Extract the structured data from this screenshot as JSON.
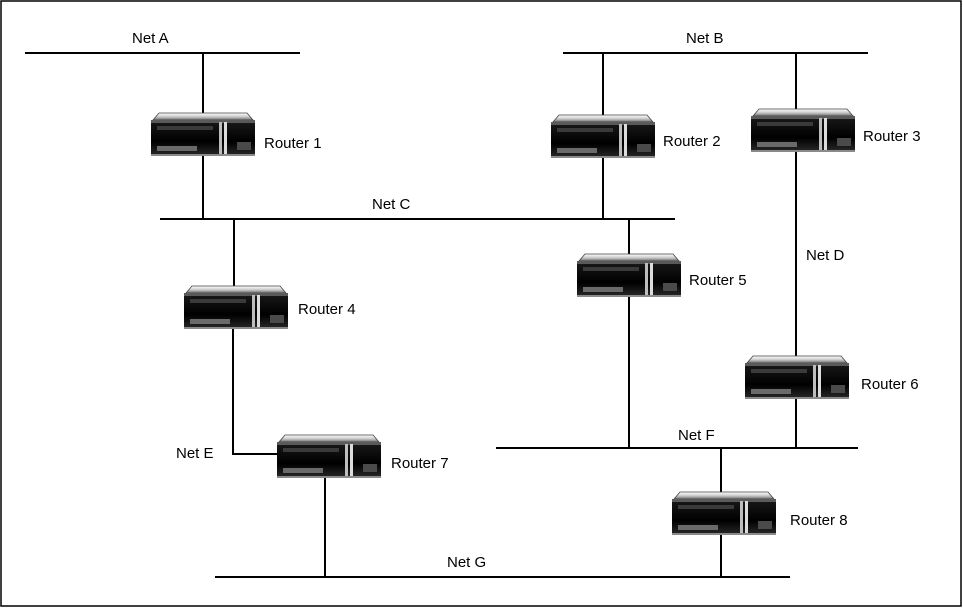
{
  "diagram": {
    "networks": {
      "net_a": "Net A",
      "net_b": "Net B",
      "net_c": "Net C",
      "net_d": "Net D",
      "net_e": "Net E",
      "net_f": "Net F",
      "net_g": "Net G"
    },
    "routers": {
      "r1": "Router 1",
      "r2": "Router 2",
      "r3": "Router 3",
      "r4": "Router 4",
      "r5": "Router 5",
      "r6": "Router 6",
      "r7": "Router 7",
      "r8": "Router 8"
    },
    "colors": {
      "line": "#000000",
      "router_body": "#0a0a0a",
      "router_top": "#e8e8e8"
    }
  }
}
